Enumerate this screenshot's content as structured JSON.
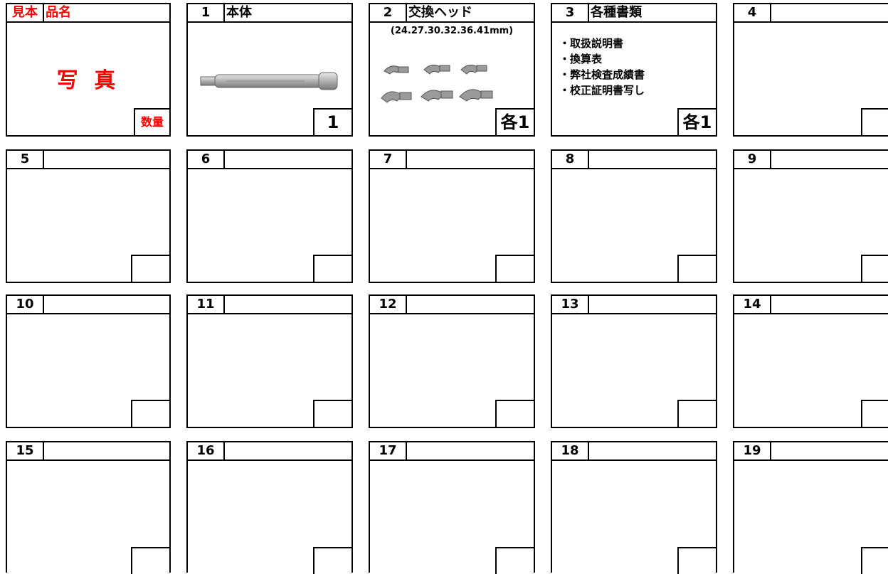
{
  "sample": {
    "label_left": "見本",
    "label_right": "品名",
    "photo_text": "写 真",
    "qty_label": "数量"
  },
  "items": [
    {
      "no": "1",
      "name": "本体",
      "qty": "1",
      "image": "torque-wrench-body"
    },
    {
      "no": "2",
      "name": "交換ヘッド",
      "note": "(24.27.30.32.36.41mm)",
      "qty": "各1",
      "image": "exchange-wrench-heads"
    },
    {
      "no": "3",
      "name": "各種書類",
      "docs": [
        "取扱説明書",
        "換算表",
        "弊社検査成績書",
        "校正証明書写し"
      ],
      "qty": "各1"
    },
    {
      "no": "4"
    },
    {
      "no": "5"
    },
    {
      "no": "6"
    },
    {
      "no": "7"
    },
    {
      "no": "8"
    },
    {
      "no": "9"
    },
    {
      "no": "10"
    },
    {
      "no": "11"
    },
    {
      "no": "12"
    },
    {
      "no": "13"
    },
    {
      "no": "14"
    },
    {
      "no": "15"
    },
    {
      "no": "16"
    },
    {
      "no": "17"
    },
    {
      "no": "18"
    },
    {
      "no": "19"
    }
  ],
  "colors": {
    "sample_red": "#ff0000",
    "border": "#000000"
  }
}
